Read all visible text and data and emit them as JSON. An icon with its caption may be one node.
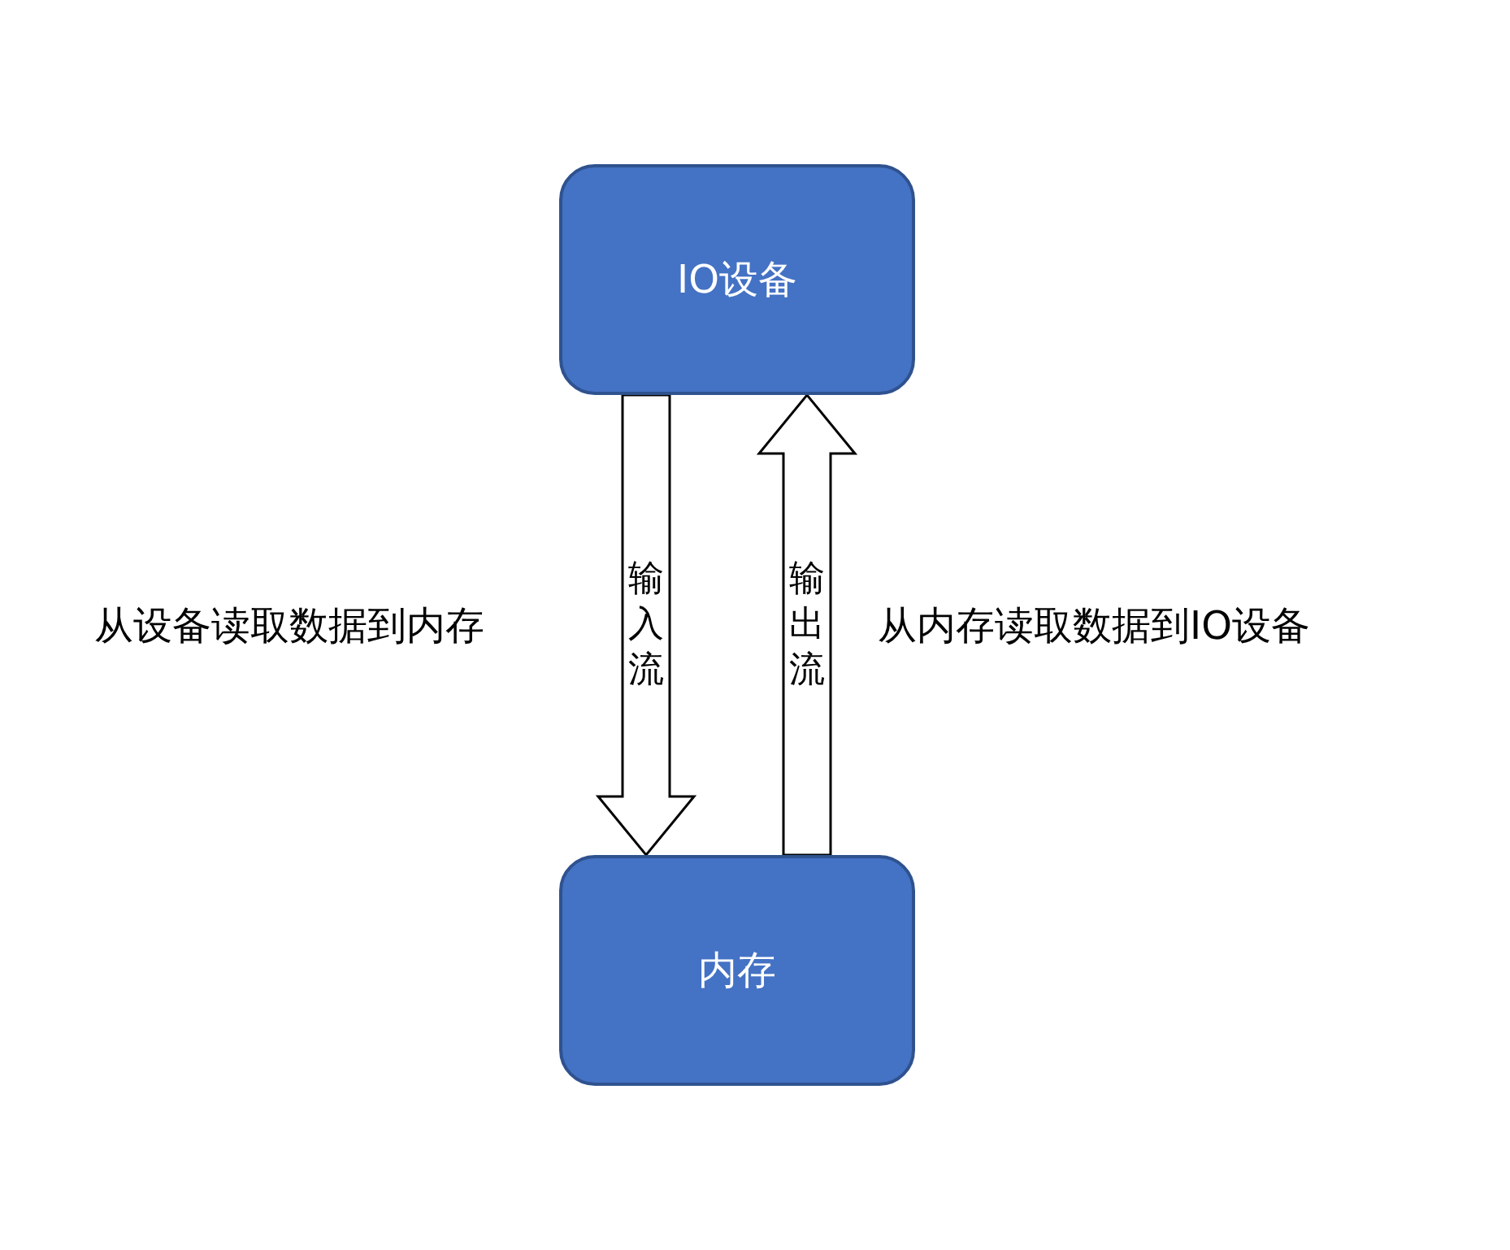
{
  "diagram": {
    "nodes": [
      {
        "text": [
          "IO设备"
        ]
      },
      {
        "text": [
          "内存"
        ]
      }
    ],
    "edges": [
      {
        "from": 0,
        "to": 1,
        "arrow": "to",
        "label": "输入流"
      },
      {
        "from": 1,
        "to": 0,
        "arrow": "to",
        "label": "输出流"
      }
    ],
    "labels": [
      "从设备读取数据到内存",
      "从内存读取数据到IO设备"
    ]
  }
}
